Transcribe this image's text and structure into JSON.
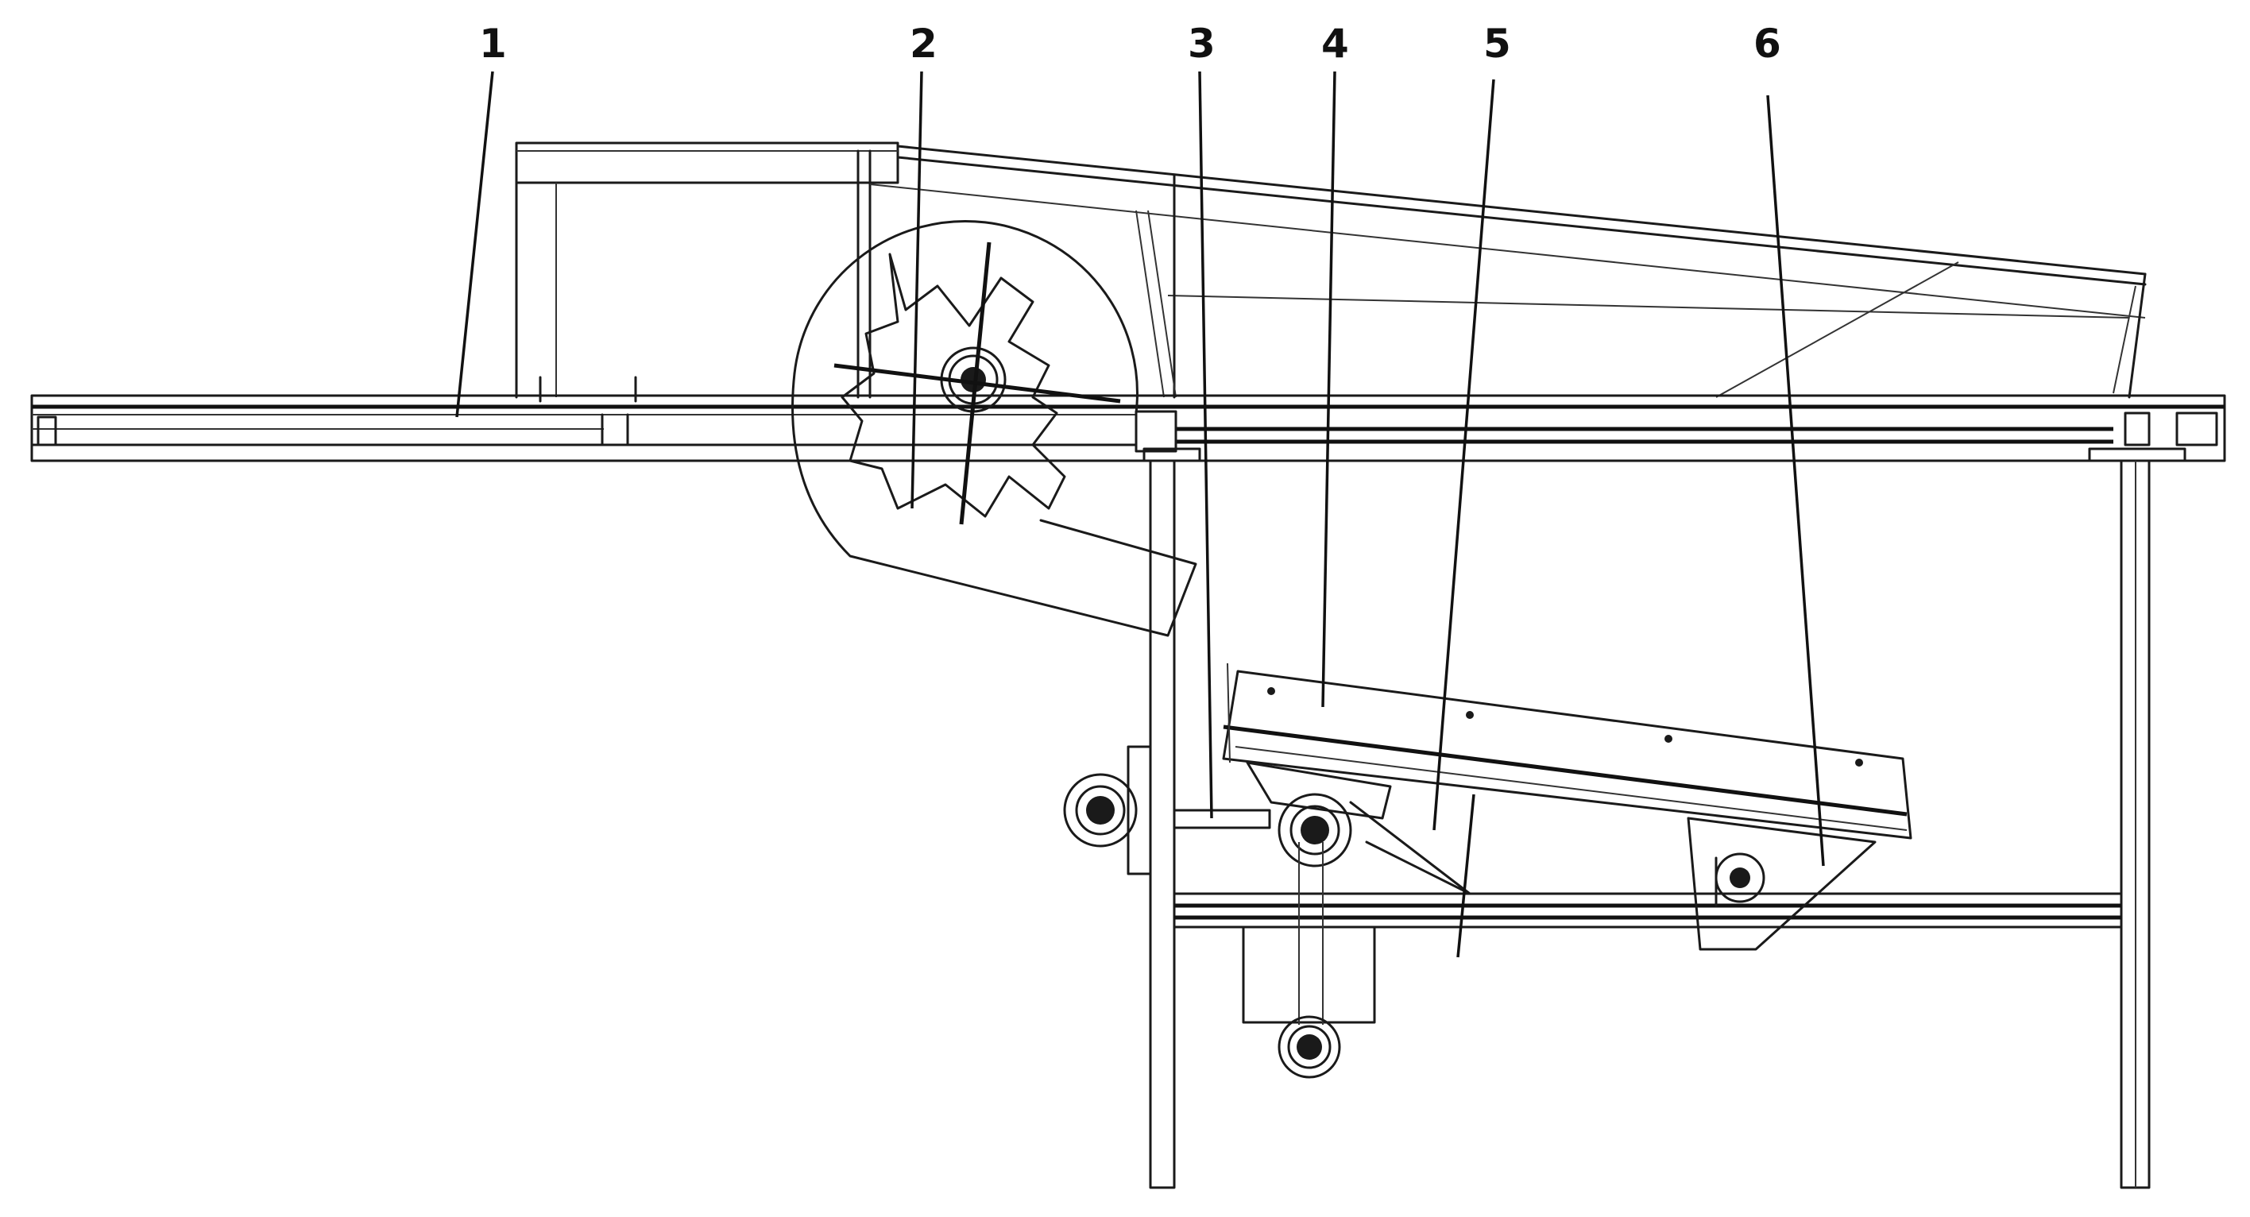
{
  "figure": {
    "callouts": [
      {
        "id": "1",
        "text": "1"
      },
      {
        "id": "2",
        "text": "2"
      },
      {
        "id": "3",
        "text": "3"
      },
      {
        "id": "4",
        "text": "4"
      },
      {
        "id": "5",
        "text": "5"
      },
      {
        "id": "6",
        "text": "6"
      }
    ]
  }
}
